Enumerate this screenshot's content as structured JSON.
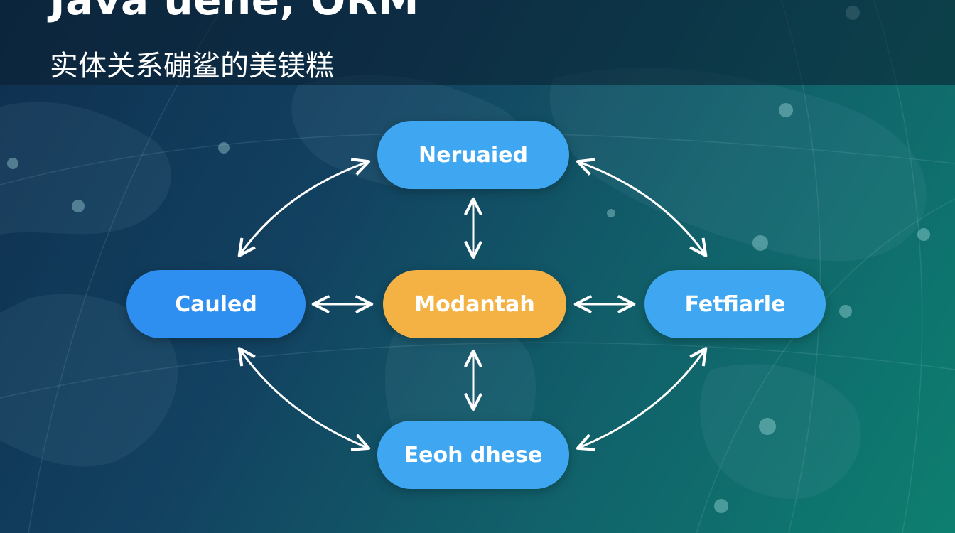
{
  "header": {
    "title": "Java uene, ORM",
    "subtitle": "实体关系磞鲨的美镁糕"
  },
  "nodes": {
    "top": "Neruaied",
    "left": "Cauled",
    "center": "Modantah",
    "right": "Fetfiarle",
    "bottom": "Eeoh dhese"
  },
  "colors": {
    "node_blue": "#3fa7f1",
    "node_center": "#f5b244",
    "arrow": "#ffffff"
  }
}
